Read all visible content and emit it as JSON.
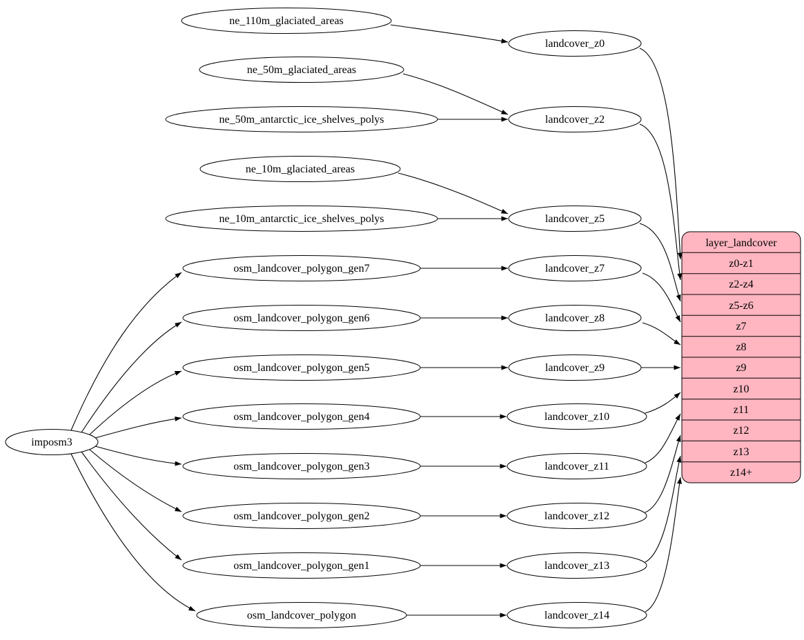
{
  "nodes": {
    "source": "imposm3",
    "inputs": [
      "ne_110m_glaciated_areas",
      "ne_50m_glaciated_areas",
      "ne_50m_antarctic_ice_shelves_polys",
      "ne_10m_glaciated_areas",
      "ne_10m_antarctic_ice_shelves_polys",
      "osm_landcover_polygon_gen7",
      "osm_landcover_polygon_gen6",
      "osm_landcover_polygon_gen5",
      "osm_landcover_polygon_gen4",
      "osm_landcover_polygon_gen3",
      "osm_landcover_polygon_gen2",
      "osm_landcover_polygon_gen1",
      "osm_landcover_polygon"
    ],
    "intermediates": [
      "landcover_z0",
      "landcover_z2",
      "landcover_z5",
      "landcover_z7",
      "landcover_z8",
      "landcover_z9",
      "landcover_z10",
      "landcover_z11",
      "landcover_z12",
      "landcover_z13",
      "landcover_z14"
    ],
    "record": {
      "title": "layer_landcover",
      "rows": [
        "z0-z1",
        "z2-z4",
        "z5-z6",
        "z7",
        "z8",
        "z9",
        "z10",
        "z11",
        "z12",
        "z13",
        "z14+"
      ]
    }
  },
  "colors": {
    "record_fill": "#FFB6C1",
    "node_fill": "#FFFFFF",
    "stroke": "#000000",
    "background": "#FFFFFF"
  },
  "edges": [
    {
      "from": "imposm3",
      "to": "osm_landcover_polygon_gen7"
    },
    {
      "from": "imposm3",
      "to": "osm_landcover_polygon_gen6"
    },
    {
      "from": "imposm3",
      "to": "osm_landcover_polygon_gen5"
    },
    {
      "from": "imposm3",
      "to": "osm_landcover_polygon_gen4"
    },
    {
      "from": "imposm3",
      "to": "osm_landcover_polygon_gen3"
    },
    {
      "from": "imposm3",
      "to": "osm_landcover_polygon_gen2"
    },
    {
      "from": "imposm3",
      "to": "osm_landcover_polygon_gen1"
    },
    {
      "from": "imposm3",
      "to": "osm_landcover_polygon"
    },
    {
      "from": "ne_110m_glaciated_areas",
      "to": "landcover_z0"
    },
    {
      "from": "ne_50m_glaciated_areas",
      "to": "landcover_z2"
    },
    {
      "from": "ne_50m_antarctic_ice_shelves_polys",
      "to": "landcover_z2"
    },
    {
      "from": "ne_10m_glaciated_areas",
      "to": "landcover_z5"
    },
    {
      "from": "ne_10m_antarctic_ice_shelves_polys",
      "to": "landcover_z5"
    },
    {
      "from": "osm_landcover_polygon_gen7",
      "to": "landcover_z7"
    },
    {
      "from": "osm_landcover_polygon_gen6",
      "to": "landcover_z8"
    },
    {
      "from": "osm_landcover_polygon_gen5",
      "to": "landcover_z9"
    },
    {
      "from": "osm_landcover_polygon_gen4",
      "to": "landcover_z10"
    },
    {
      "from": "osm_landcover_polygon_gen3",
      "to": "landcover_z11"
    },
    {
      "from": "osm_landcover_polygon_gen2",
      "to": "landcover_z12"
    },
    {
      "from": "osm_landcover_polygon_gen1",
      "to": "landcover_z13"
    },
    {
      "from": "osm_landcover_polygon",
      "to": "landcover_z14"
    },
    {
      "from": "landcover_z0",
      "to": "layer_landcover:z0-z1"
    },
    {
      "from": "landcover_z2",
      "to": "layer_landcover:z2-z4"
    },
    {
      "from": "landcover_z5",
      "to": "layer_landcover:z5-z6"
    },
    {
      "from": "landcover_z7",
      "to": "layer_landcover:z7"
    },
    {
      "from": "landcover_z8",
      "to": "layer_landcover:z8"
    },
    {
      "from": "landcover_z9",
      "to": "layer_landcover:z9"
    },
    {
      "from": "landcover_z10",
      "to": "layer_landcover:z10"
    },
    {
      "from": "landcover_z11",
      "to": "layer_landcover:z11"
    },
    {
      "from": "landcover_z12",
      "to": "layer_landcover:z12"
    },
    {
      "from": "landcover_z13",
      "to": "layer_landcover:z13"
    },
    {
      "from": "landcover_z14",
      "to": "layer_landcover:z14+"
    }
  ]
}
